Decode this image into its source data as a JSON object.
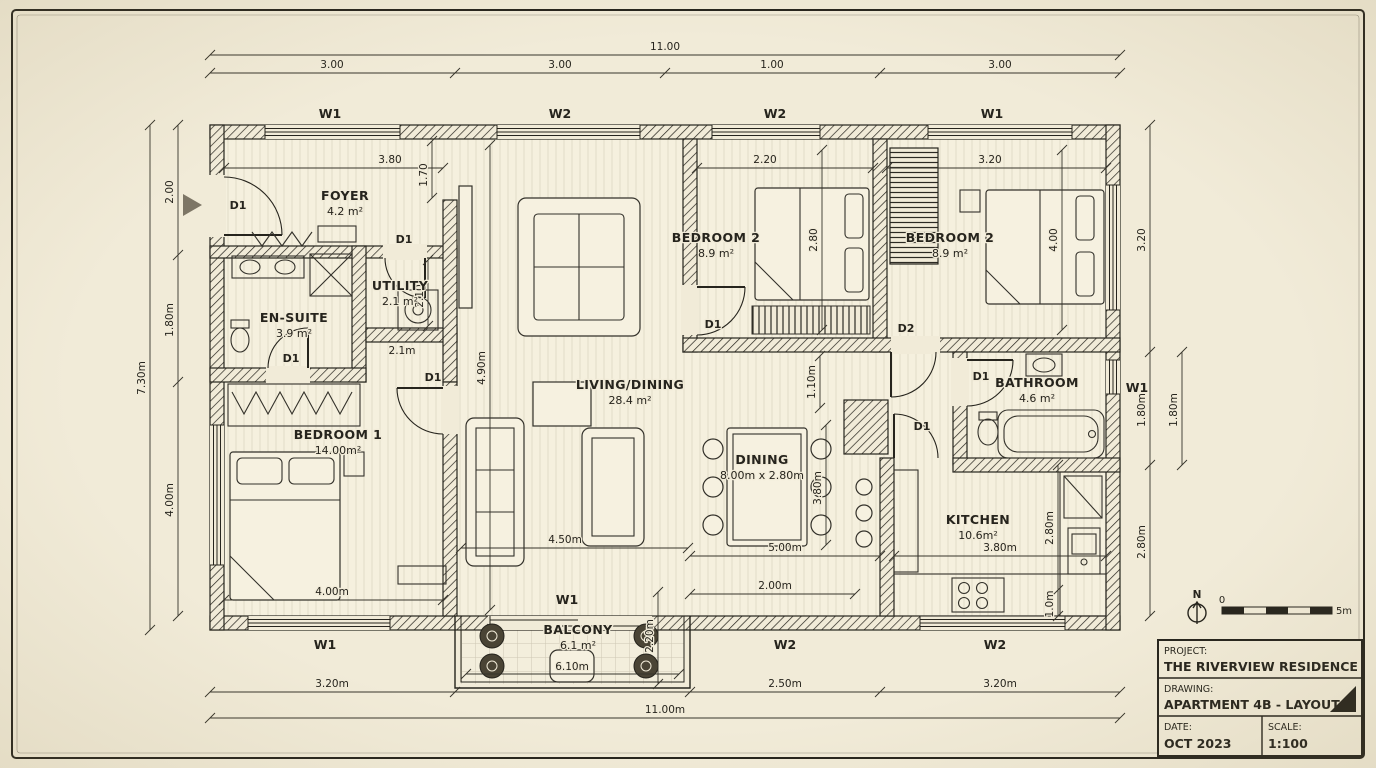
{
  "title_block": {
    "project_label": "PROJECT:",
    "project": "THE RIVERVIEW RESIDENCE",
    "drawing_label": "DRAWING:",
    "drawing": "APARTMENT 4B - LAYOUT",
    "date_label": "DATE:",
    "date": "OCT 2023",
    "scale_label": "SCALE:",
    "scale": "1:100"
  },
  "compass": {
    "label": "N"
  },
  "scale_bar": {
    "start": "0",
    "end": "5m"
  },
  "rooms": {
    "foyer": {
      "name": "FOYER",
      "area": "4.2 m²"
    },
    "utility": {
      "name": "UTILITY",
      "area": "2.1 m²"
    },
    "ensuite": {
      "name": "EN-SUITE",
      "area": "3.9 m²"
    },
    "bedroom1": {
      "name": "BEDROOM 1",
      "area": "14.00m²"
    },
    "living": {
      "name": "LIVING/DINING",
      "area": "28.4 m²"
    },
    "bedroom2a": {
      "name": "BEDROOM 2",
      "area": "8.9 m²"
    },
    "bedroom2b": {
      "name": "BEDROOM 2",
      "area": "8.9 m²"
    },
    "bathroom": {
      "name": "BATHROOM",
      "area": "4.6 m²"
    },
    "dining": {
      "name": "DINING",
      "size": "8.00m x 2.80m"
    },
    "kitchen": {
      "name": "KITCHEN",
      "area": "10.6m²"
    },
    "balcony": {
      "name": "BALCONY",
      "area": "6.1 m²"
    }
  },
  "wall_labels": {
    "top": [
      "W1",
      "W2",
      "W2",
      "W1"
    ],
    "bottom": [
      "W1",
      "W2",
      "W2"
    ],
    "right": "W1",
    "balcony": "W1"
  },
  "door_labels": {
    "entry": "D1",
    "utility": "D1",
    "ensuite": "D1",
    "bedroom1": "D1",
    "bedroom2a": "D1",
    "bedroom2b": "D2",
    "bathroom": "D1",
    "kitchen": "D1"
  },
  "dims": {
    "top_overall": "11.00",
    "top": [
      "3.00",
      "3.00",
      "1.00",
      "3.00"
    ],
    "left_overall": "7.30m",
    "left": [
      "2.00",
      "1.80m",
      "4.00m"
    ],
    "right": [
      "3.20",
      "1.80m",
      "2.80m"
    ],
    "right_outer": "1.80m",
    "bottom": [
      "3.20m",
      "2.50m",
      "3.20m"
    ],
    "bottom_overall": "11.00m",
    "foyer_w": "3.80",
    "foyer_open": "1.70",
    "utility_w": "2.1m",
    "utility_h": "2.10",
    "bed2a_w": "2.20",
    "bed2a_h": "2.80",
    "bed2b_w": "3.20",
    "bed2b_h": "4.00",
    "living_h": "4.90m",
    "living_w": "4.50m",
    "corridor": "1.10m",
    "dining_h": "3.80m",
    "dining_w": "5.00m",
    "dining_w2": "2.00m",
    "kitchen_w": "3.80m",
    "kitchen_h": "2.80m",
    "kitchen_c": "1.0m",
    "bedroom1_w": "4.00m",
    "balcony_w": "6.10m",
    "balcony_h": "2.20m"
  }
}
